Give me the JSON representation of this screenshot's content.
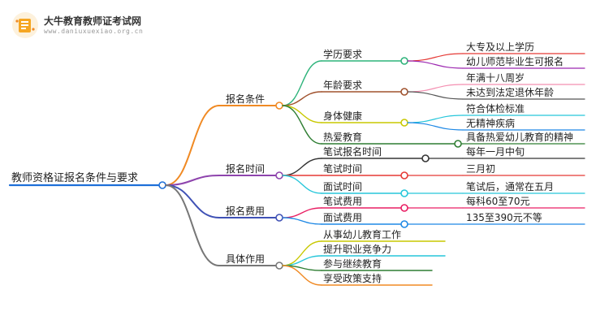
{
  "brand": {
    "name": "大牛教育教师证考试网",
    "url": "www.daniuxuexiao.org.cn"
  },
  "root": "教师资格证报名条件与要求",
  "branches": [
    {
      "label": "报名条件",
      "color": "#f08a24",
      "children": [
        {
          "label": "学历要求",
          "color": "#2db37a",
          "leaves": [
            "大专及以上学历",
            "幼儿师范毕业生可报名"
          ],
          "leaf_colors": [
            "#e53935",
            "#9c27b0"
          ]
        },
        {
          "label": "年龄要求",
          "color": "#a0522d",
          "leaves": [
            "年满十八周岁",
            "未达到法定退休年龄"
          ],
          "leaf_colors": [
            "#f48fb1",
            "#555555"
          ]
        },
        {
          "label": "身体健康",
          "color": "#c8c800",
          "leaves": [
            "符合体检标准",
            "无精神疾病"
          ],
          "leaf_colors": [
            "#26c6da",
            "#1e88e5"
          ]
        },
        {
          "label": "热爱教育",
          "color": "#2e7d32",
          "leaves": [
            "具备热爱幼儿教育的精神"
          ],
          "leaf_colors": [
            "#2e7d32"
          ]
        }
      ]
    },
    {
      "label": "报名时间",
      "color": "#8e44ad",
      "children": [
        {
          "label": "笔试报名时间",
          "color": "#333333",
          "leaves": [
            "每年一月中旬"
          ],
          "leaf_colors": [
            "#333333"
          ]
        },
        {
          "label": "笔试时间",
          "color": "#e53935",
          "leaves": [
            "三月初"
          ],
          "leaf_colors": [
            "#e53935"
          ]
        },
        {
          "label": "面试时间",
          "color": "#26c6da",
          "leaves": [
            "笔试后，通常在五月"
          ],
          "leaf_colors": [
            "#26c6da"
          ]
        }
      ]
    },
    {
      "label": "报名费用",
      "color": "#3f51b5",
      "children": [
        {
          "label": "笔试费用",
          "color": "#e91e63",
          "leaves": [
            "每科60至70元"
          ],
          "leaf_colors": [
            "#e91e63"
          ]
        },
        {
          "label": "面试费用",
          "color": "#1e88e5",
          "leaves": [
            "135至390元不等"
          ],
          "leaf_colors": [
            "#1e88e5"
          ]
        }
      ]
    },
    {
      "label": "具体作用",
      "color": "#777777",
      "children": [
        {
          "label": "从事幼儿教育工作",
          "color": "#c8c800",
          "leaves": []
        },
        {
          "label": "提升职业竞争力",
          "color": "#26c6da",
          "leaves": []
        },
        {
          "label": "参与继续教育",
          "color": "#2e7d32",
          "leaves": []
        },
        {
          "label": "享受政策支持",
          "color": "#f08a24",
          "leaves": []
        }
      ]
    }
  ],
  "colors": {
    "root": "#1e6fd9"
  }
}
